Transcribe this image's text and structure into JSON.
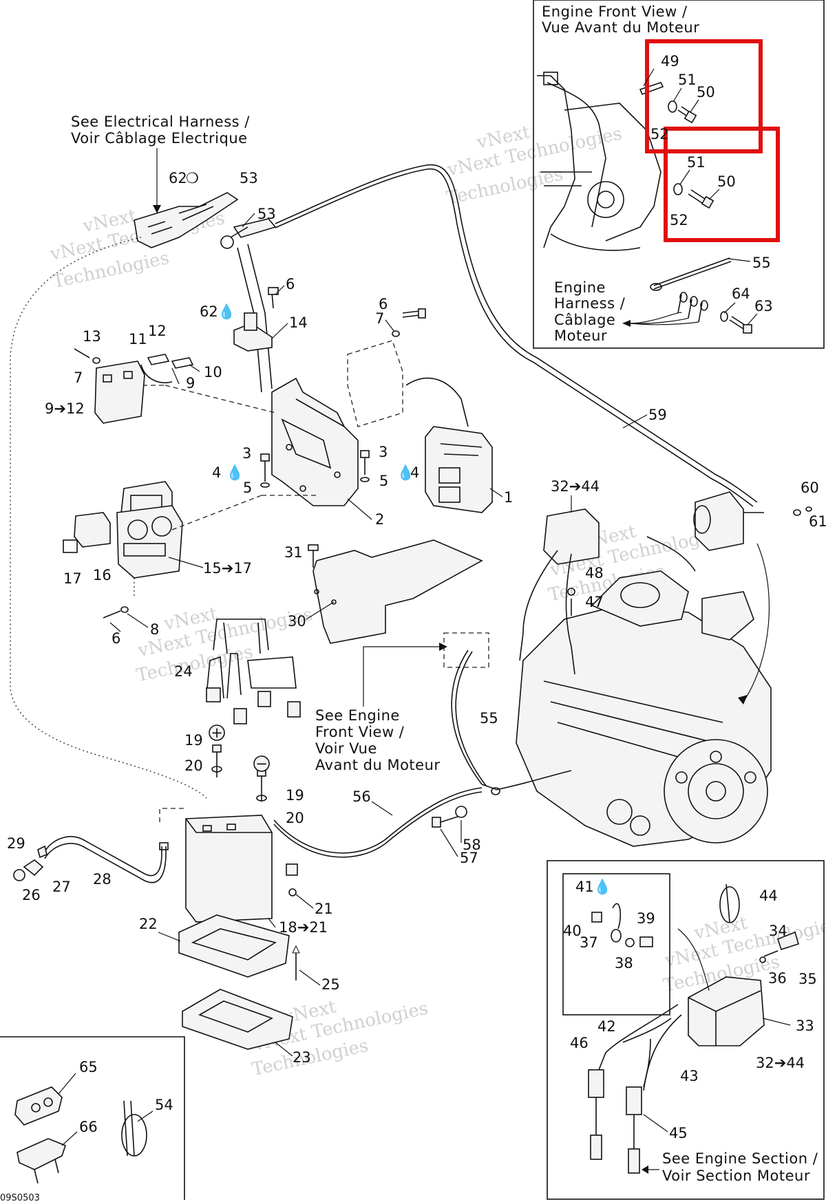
{
  "captions": {
    "engine_front_view": [
      "Engine Front View /",
      "Vue Avant du Moteur"
    ],
    "electrical_harness": [
      "See Electrical Harness /",
      "Voir Câblage Electrique"
    ],
    "engine_harness": [
      "Engine",
      "Harness /",
      "Câblage",
      "Moteur"
    ],
    "see_engine_front_view": [
      "See Engine",
      "Front View /",
      "Voir Vue",
      "Avant du Moteur"
    ],
    "see_engine_section": [
      "See Engine Section /",
      "Voir Section Moteur"
    ]
  },
  "watermark": [
    "vNext",
    "vNext Technologies",
    "Technologies"
  ],
  "drawing_code": "09S0503",
  "callouts": {
    "c49": "49",
    "c51a": "51",
    "c50a": "50",
    "c52a": "52",
    "c51b": "51",
    "c50b": "50",
    "c52b": "52",
    "c55a": "55",
    "c64": "64",
    "c63": "63",
    "c62a": "62",
    "c53a": "53",
    "c53b": "53",
    "c6a": "6",
    "c62b": "62",
    "c14": "14",
    "c6b": "6",
    "c7a": "7",
    "c13": "13",
    "c11": "11",
    "c12": "12",
    "c10": "10",
    "c7b": "7",
    "c9": "9",
    "c9to12": "9➔12",
    "c3a": "3",
    "c3b": "3",
    "c4a": "4",
    "c4b": "4",
    "c5a": "5",
    "c5b": "5",
    "c2": "2",
    "c1": "1",
    "c59": "59",
    "c60": "60",
    "c61": "61",
    "c17": "17",
    "c16": "16",
    "c15to17": "15➔17",
    "c6c": "6",
    "c8": "8",
    "c31": "31",
    "c30": "30",
    "c32to44": "32➔44",
    "c48": "48",
    "c47": "47",
    "c24": "24",
    "c55b": "55",
    "c19a": "19",
    "c20a": "20",
    "c19b": "19",
    "c20b": "20",
    "c56": "56",
    "c57": "57",
    "c58": "58",
    "c29": "29",
    "c28": "28",
    "c26": "26",
    "c27": "27",
    "c21": "21",
    "c18to21": "18➔21",
    "c22": "22",
    "c25": "25",
    "c23": "23",
    "c65": "65",
    "c66": "66",
    "c54": "54",
    "c41": "41",
    "c39": "39",
    "c40": "40",
    "c37": "37",
    "c38": "38",
    "c44": "44",
    "c34": "34",
    "c36": "36",
    "c35": "35",
    "c33": "33",
    "c42": "42",
    "c46": "46",
    "c43": "43",
    "c45": "45",
    "c32to44b": "32➔44"
  },
  "symbols": {
    "plus": "+",
    "minus": "−"
  },
  "highlight_color": "#e01010"
}
